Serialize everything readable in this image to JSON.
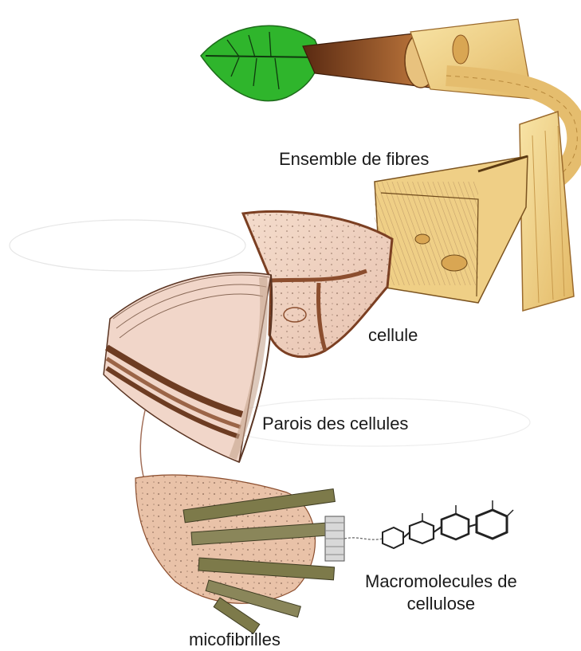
{
  "diagram": {
    "labels": {
      "fiber_bundle": "Ensemble de fibres",
      "cell": "cellule",
      "cell_walls": "Parois des cellules",
      "macromolecules_line1": "Macromolecules de",
      "macromolecules_line2": "cellulose",
      "microfibrils": "micofibrilles"
    },
    "colors": {
      "leaf": "#2fb52c",
      "bark": "#9a4a1e",
      "wood": "#f2d486",
      "wood_dark": "#c99a45",
      "cell_wall_pink": "#f1d6c9",
      "cell_wall_brown": "#8c4e2e",
      "microfibril_olive": "#7d7a4a",
      "text": "#1a1a1a"
    }
  }
}
